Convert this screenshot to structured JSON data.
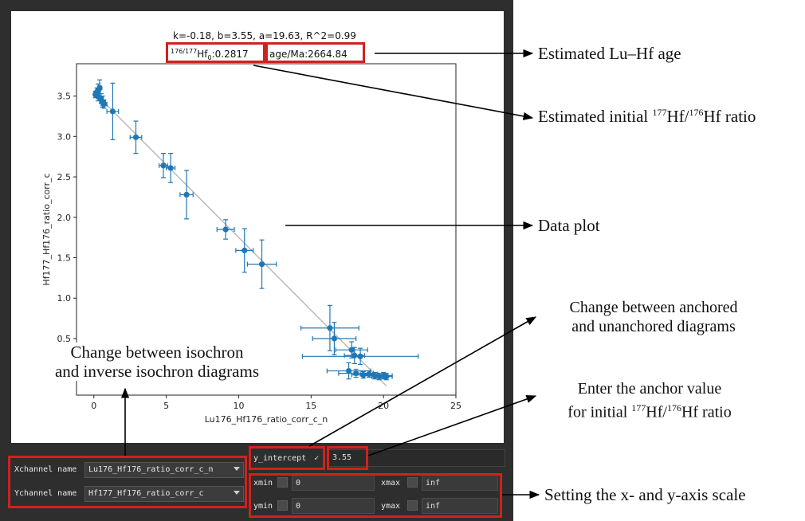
{
  "plot": {
    "fit_summary": "k=-0.18, b=3.55, a=19.63, R^2=0.99",
    "hf0_sup": "176/177",
    "hf0_main": "Hf",
    "hf0_sub": "0",
    "hf0_value": ":0.2817",
    "age_text": "age/Ma:2664.84"
  },
  "chart_data": {
    "type": "scatter",
    "xlabel": "Lu176_Hf176_ratio_corr_c_n",
    "ylabel": "Hf177_Hf176_ratio_corr_c",
    "x_ticks": [
      0,
      5,
      10,
      15,
      20,
      25
    ],
    "y_ticks": [
      0.5,
      1.0,
      1.5,
      2.0,
      2.5,
      3.0,
      3.5
    ],
    "x_tick_labels": [
      "0",
      "5",
      "10",
      "15",
      "20",
      "25"
    ],
    "y_tick_labels": [
      "0.5",
      "1.0",
      "1.5",
      "2.0",
      "2.5",
      "3.0",
      "3.5"
    ],
    "xlim": [
      -1.2,
      25.0
    ],
    "ylim": [
      -0.2,
      3.9
    ],
    "grid": false,
    "fit_line": {
      "slope": -0.18,
      "intercept": 3.55,
      "x_start": 0.0,
      "x_end": 20.2
    },
    "points": [
      {
        "x": 0.1,
        "y": 3.52,
        "xerr": 0.1,
        "yerr": 0.04
      },
      {
        "x": 0.2,
        "y": 3.55,
        "xerr": 0.1,
        "yerr": 0.05
      },
      {
        "x": 0.3,
        "y": 3.57,
        "xerr": 0.15,
        "yerr": 0.08
      },
      {
        "x": 0.4,
        "y": 3.6,
        "xerr": 0.15,
        "yerr": 0.1
      },
      {
        "x": 0.3,
        "y": 3.49,
        "xerr": 0.1,
        "yerr": 0.05
      },
      {
        "x": 0.5,
        "y": 3.47,
        "xerr": 0.15,
        "yerr": 0.06
      },
      {
        "x": 0.6,
        "y": 3.43,
        "xerr": 0.2,
        "yerr": 0.07
      },
      {
        "x": 0.7,
        "y": 3.4,
        "xerr": 0.2,
        "yerr": 0.05
      },
      {
        "x": 1.3,
        "y": 3.31,
        "xerr": 0.4,
        "yerr": 0.35
      },
      {
        "x": 2.9,
        "y": 2.99,
        "xerr": 0.4,
        "yerr": 0.2
      },
      {
        "x": 4.8,
        "y": 2.64,
        "xerr": 0.3,
        "yerr": 0.15
      },
      {
        "x": 5.3,
        "y": 2.61,
        "xerr": 0.3,
        "yerr": 0.18
      },
      {
        "x": 6.4,
        "y": 2.28,
        "xerr": 0.45,
        "yerr": 0.3
      },
      {
        "x": 9.1,
        "y": 1.85,
        "xerr": 0.6,
        "yerr": 0.12
      },
      {
        "x": 10.4,
        "y": 1.59,
        "xerr": 0.6,
        "yerr": 0.27
      },
      {
        "x": 11.6,
        "y": 1.42,
        "xerr": 1.0,
        "yerr": 0.3
      },
      {
        "x": 16.3,
        "y": 0.63,
        "xerr": 2.0,
        "yerr": 0.28
      },
      {
        "x": 16.6,
        "y": 0.5,
        "xerr": 1.5,
        "yerr": 0.2
      },
      {
        "x": 17.8,
        "y": 0.36,
        "xerr": 1.1,
        "yerr": 0.1
      },
      {
        "x": 18.0,
        "y": 0.29,
        "xerr": 0.7,
        "yerr": 0.1
      },
      {
        "x": 18.4,
        "y": 0.28,
        "xerr": 4.0,
        "yerr": 0.1
      },
      {
        "x": 17.6,
        "y": 0.1,
        "xerr": 1.5,
        "yerr": 0.1
      },
      {
        "x": 18.1,
        "y": 0.07,
        "xerr": 1.2,
        "yerr": 0.05
      },
      {
        "x": 18.6,
        "y": 0.05,
        "xerr": 0.8,
        "yerr": 0.04
      },
      {
        "x": 19.0,
        "y": 0.06,
        "xerr": 0.6,
        "yerr": 0.04
      },
      {
        "x": 19.4,
        "y": 0.04,
        "xerr": 0.7,
        "yerr": 0.04
      },
      {
        "x": 19.7,
        "y": 0.03,
        "xerr": 0.5,
        "yerr": 0.04
      },
      {
        "x": 20.0,
        "y": 0.04,
        "xerr": 0.6,
        "yerr": 0.04
      },
      {
        "x": 20.2,
        "y": 0.03,
        "xerr": 0.4,
        "yerr": 0.04
      }
    ],
    "colors": {
      "points": "#1f77b4",
      "fit_line": "#bbbbbb"
    }
  },
  "controls": {
    "xchannel_label": "Xchannel name",
    "xchannel_value": "Lu176_Hf176_ratio_corr_c_n",
    "ychannel_label": "Ychannel name",
    "ychannel_value": "Hf177_Hf176_ratio_corr_c",
    "y_intercept_label": "y_intercept",
    "y_intercept_checked": "✓",
    "anchor_value": "3.55",
    "xmin_label": "xmin",
    "xmin_value": "0",
    "xmax_label": "xmax",
    "xmax_value": "inf",
    "ymin_label": "ymin",
    "ymin_value": "0",
    "ymax_label": "ymax",
    "ymax_value": "inf"
  },
  "annotations": {
    "age": "Estimated Lu–Hf age",
    "ratio_prefix": "Estimated initial",
    "ratio_sup1": "177",
    "ratio_mid": "Hf/",
    "ratio_sup2": "176",
    "ratio_suffix": "Hf ratio",
    "data_plot": "Data plot",
    "anchored_line1": "Change between anchored",
    "anchored_line2": "and unanchored diagrams",
    "isochron_line1": "Change between isochron",
    "isochron_line2": "and inverse isochron diagrams",
    "anchor_line1": "Enter the anchor value",
    "anchor_line2_prefix": "for initial",
    "anchor_sup1": "177",
    "anchor_mid": "Hf/",
    "anchor_sup2": "176",
    "anchor_suffix": "Hf ratio",
    "axis_scale": "Setting the x- and y-axis scale"
  },
  "colors": {
    "annotation_box": "#d0221d",
    "window_bg": "#2e2e2e",
    "arrow": "#000000"
  }
}
